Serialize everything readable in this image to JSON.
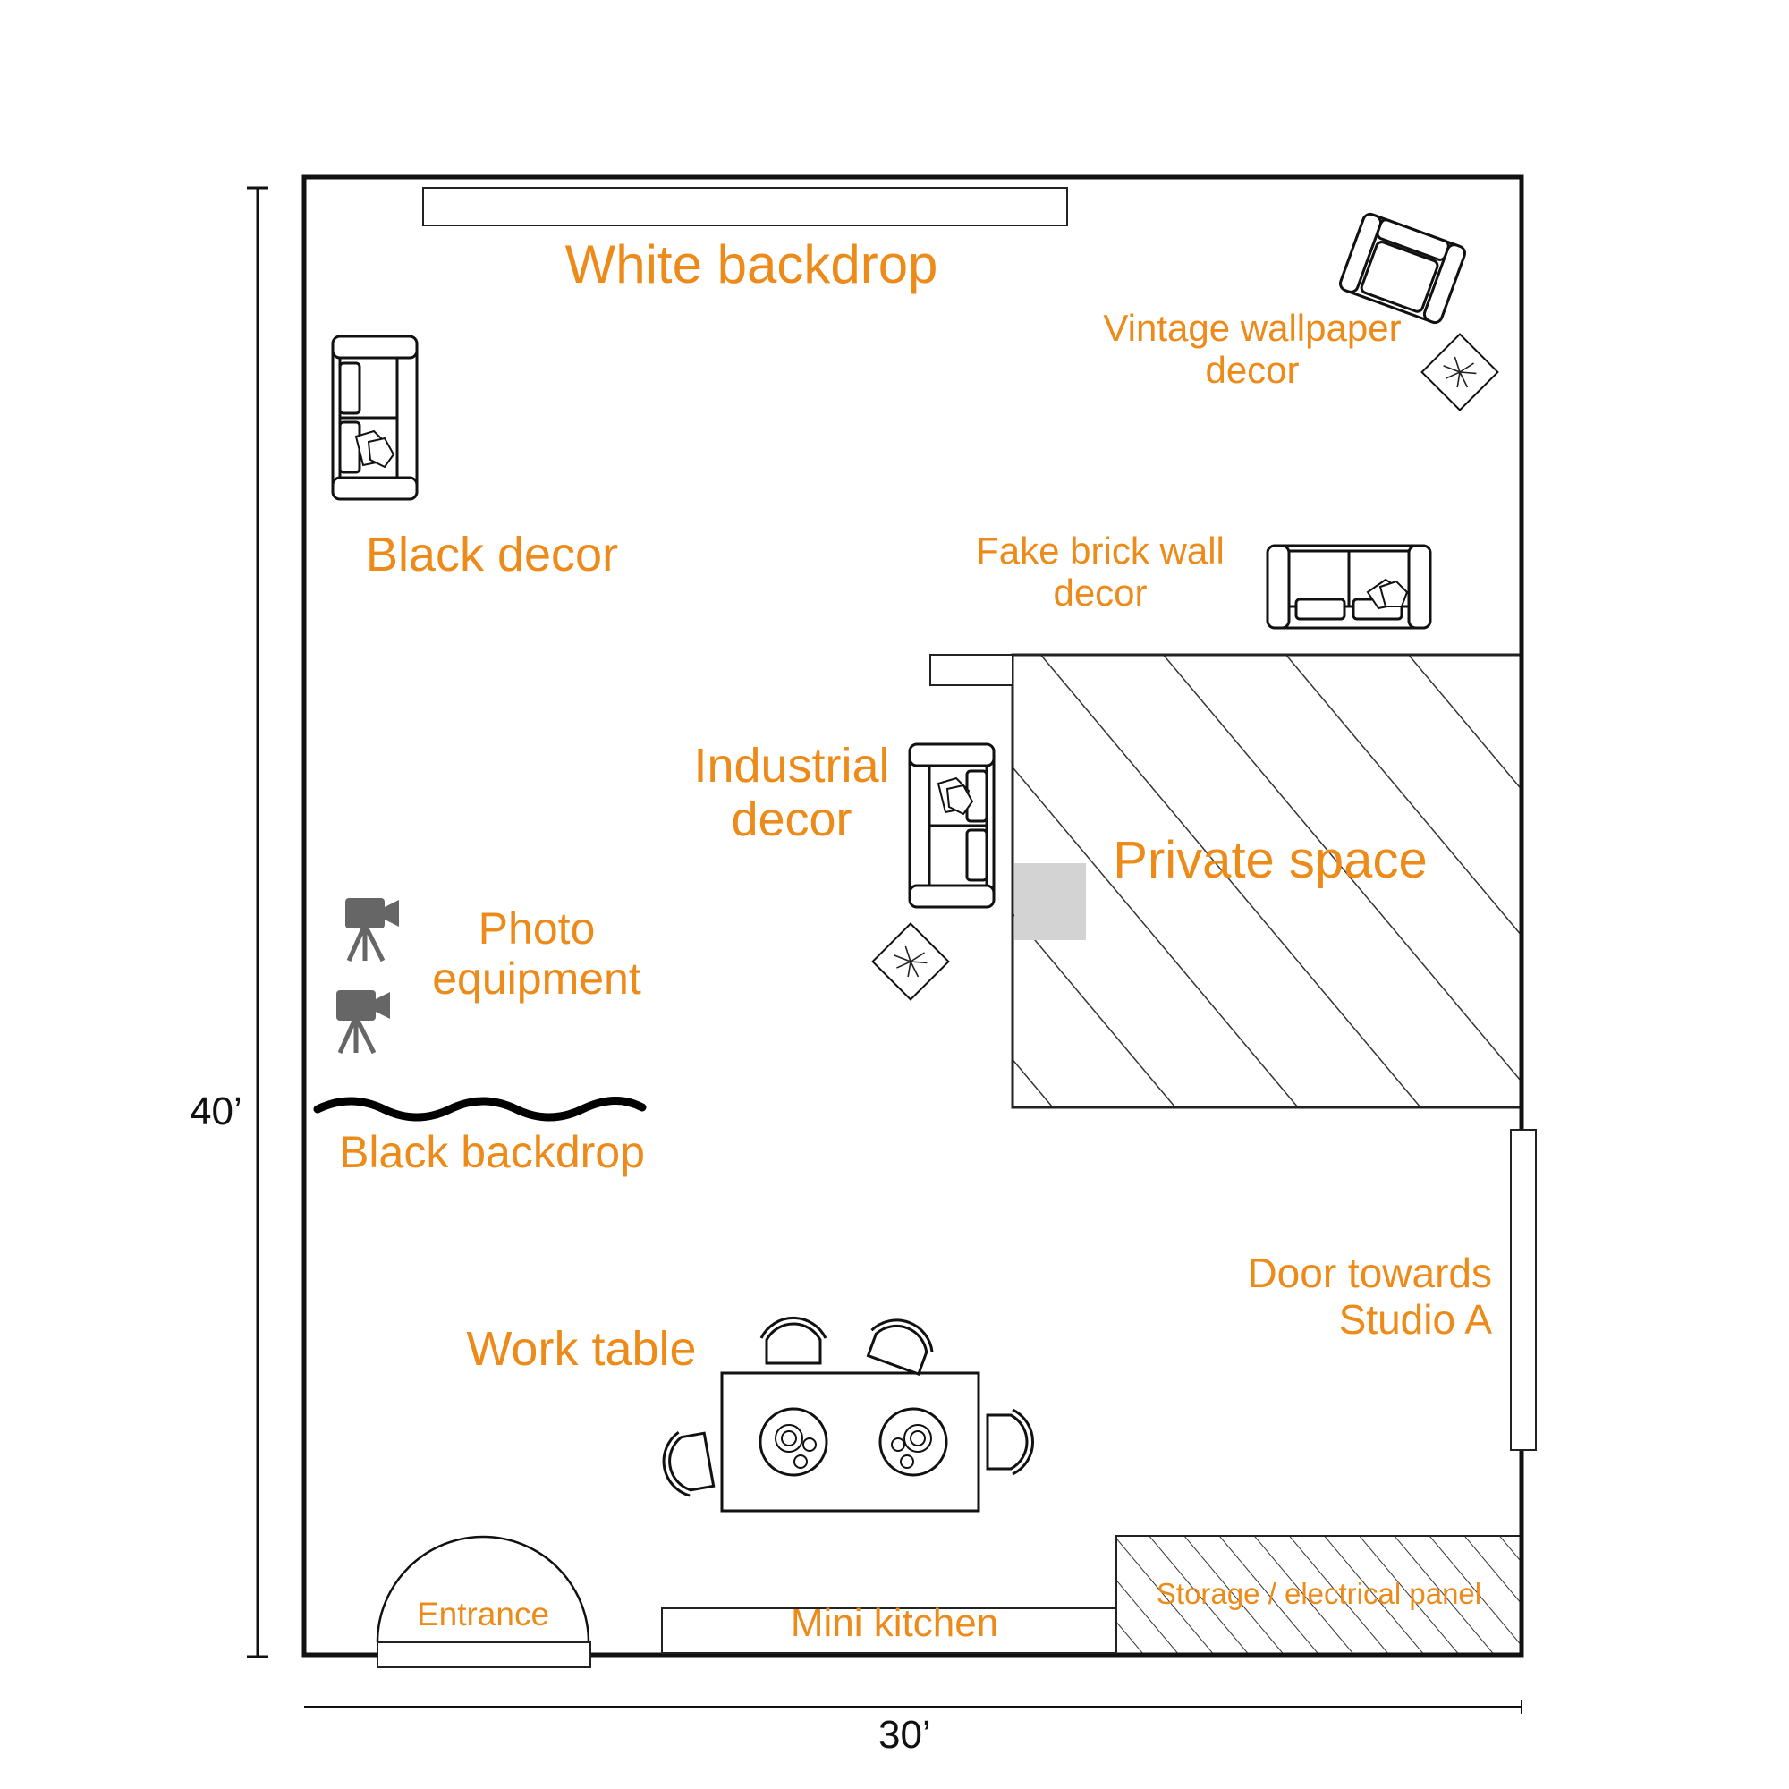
{
  "colors": {
    "label": "#ED8B1A",
    "wall": "#111111",
    "hatch": "#333333",
    "equipment": "#666666",
    "grey_block": "#D3D3D3"
  },
  "dimensions": {
    "height": "40’",
    "width": "30’"
  },
  "labels": {
    "white_backdrop": "White backdrop",
    "vintage_wallpaper": "Vintage wallpaper\ndecor",
    "black_decor": "Black decor",
    "fake_brick": "Fake brick wall\ndecor",
    "industrial_decor": "Industrial\ndecor",
    "private_space": "Private space",
    "photo_equipment": "Photo\nequipment",
    "black_backdrop": "Black backdrop",
    "door_studio_a": "Door towards\nStudio A",
    "work_table": "Work table",
    "entrance": "Entrance",
    "mini_kitchen": "Mini kitchen",
    "storage": "Storage / electrical panel"
  },
  "icons": [
    "sofa-icon",
    "armchair-icon",
    "plant-icon",
    "camera-icon",
    "chair-icon",
    "table-icon",
    "door-arc-icon"
  ]
}
